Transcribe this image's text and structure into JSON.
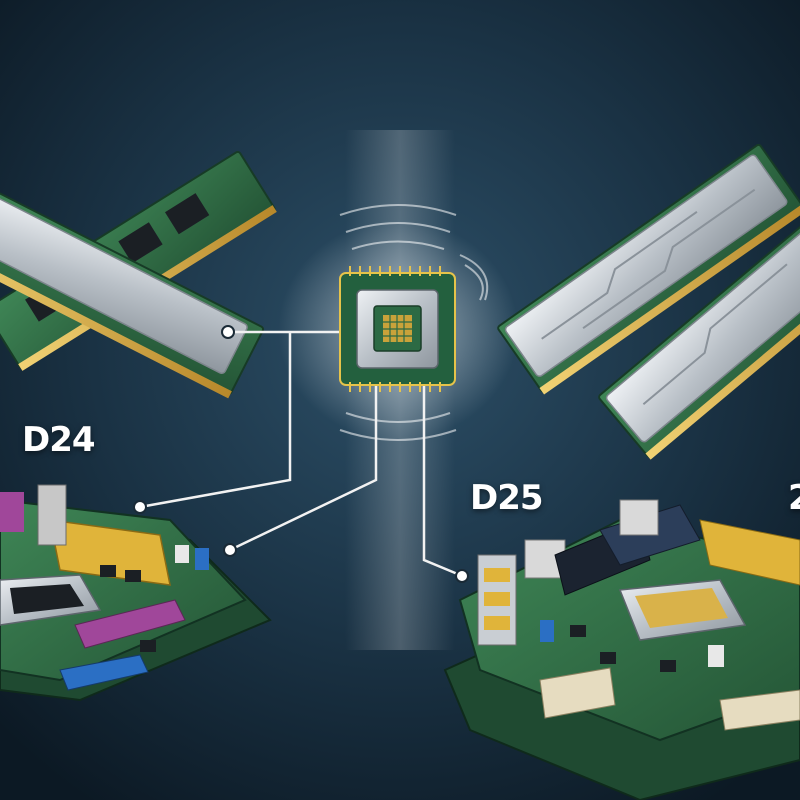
{
  "labels": {
    "left_board": "D24",
    "right_board": "D25",
    "cropped_right": "2"
  },
  "colors": {
    "background_center": "#2a4a60",
    "background_edge": "#0d1c28",
    "pcb_green": "#2f6b45",
    "gold_contacts": "#c9a23a",
    "heatsink_silver": "#c9ced3",
    "connector_line": "#f2f2f2",
    "yellow_slot": "#e0b43a",
    "purple_slot": "#a0479a",
    "blue_slot": "#2b6fc4"
  },
  "icons": [
    "cpu-chip-icon",
    "signal-wave-icon"
  ]
}
